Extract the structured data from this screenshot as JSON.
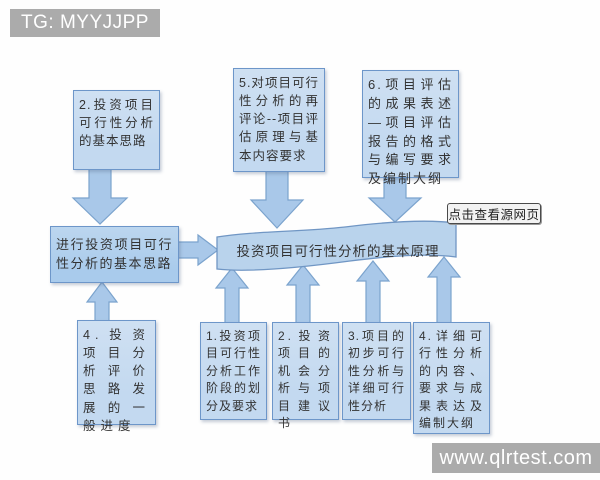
{
  "badges": {
    "top_left": "TG: MYYJJPP",
    "bottom_right": "www.qlrtest.com"
  },
  "source_button": {
    "label": "点击查看源网页"
  },
  "diagram": {
    "banner": {
      "text": "投资项目可行性分析的基本原理"
    },
    "left_node": {
      "text": "进行投资项目可行性分析的基本思路"
    },
    "top_nodes": [
      {
        "text": "2.投资项目可行性分析的基本思路"
      },
      {
        "text": "5.对项目可行性分析的再评论--项目评估原理与基本内容要求"
      },
      {
        "text": "6.项目评估的成果表述—项目评估报告的格式与编写要求及编制大纲"
      }
    ],
    "bottom_nodes": [
      {
        "text": "4.投资项目分析评价思路发展的一般进度"
      },
      {
        "text": "1.投资项目可行性分析工作阶段的划分及要求"
      },
      {
        "text": "2.投资项目的机会分析与项目建议书"
      },
      {
        "text": "3.项目的初步可行性分析与详细可行性分析"
      },
      {
        "text": "4.详细可行性分析的内容、要求与成果表达及编制大纲"
      }
    ],
    "colors": {
      "node_fill": "#c3d9f0",
      "node_border": "#6d96c9",
      "left_node_fill": "#a9cbec",
      "banner_fill": "#b9d3ec",
      "banner_border": "#7096c4",
      "arrow_fill": "#a9c8e9",
      "arrow_border": "#7ba3cd"
    }
  }
}
